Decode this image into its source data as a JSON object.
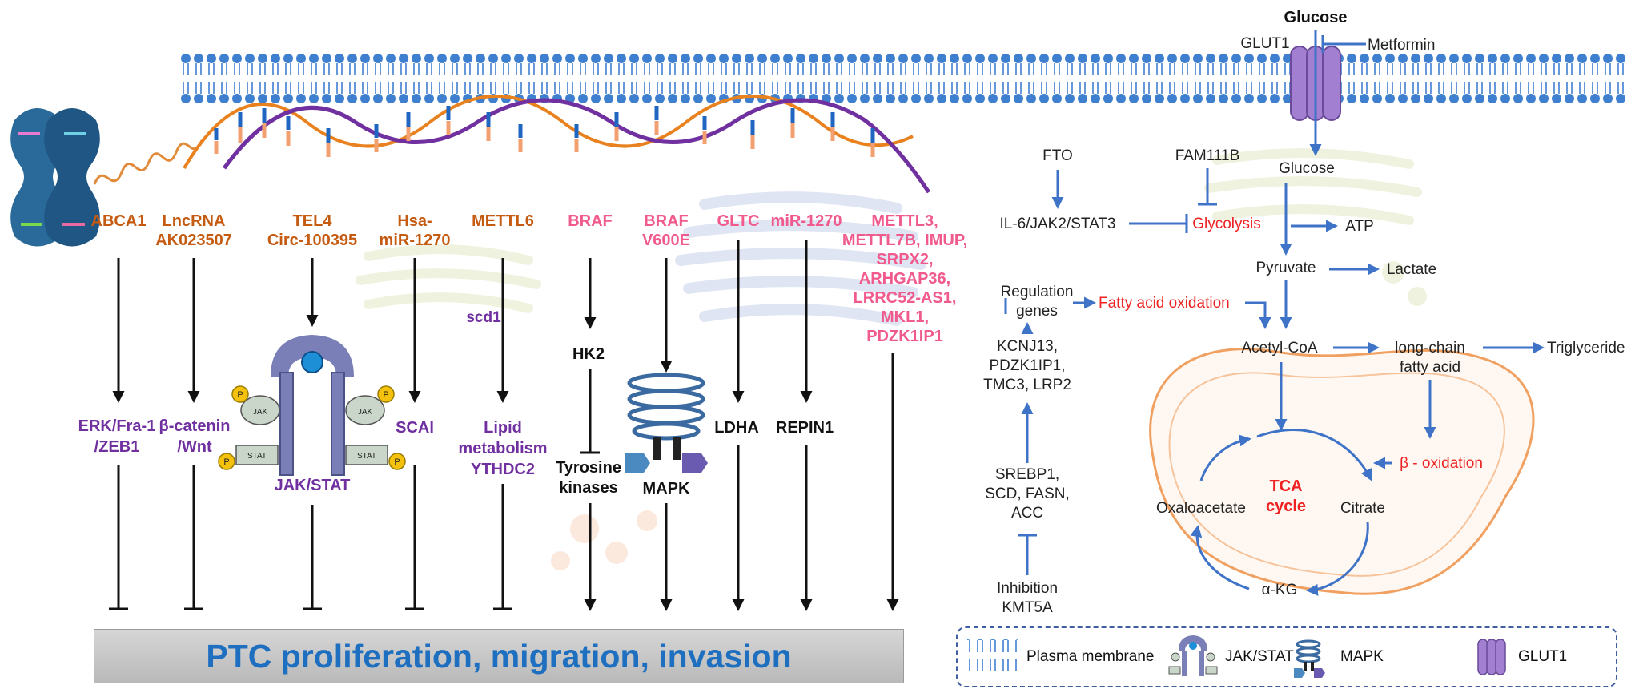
{
  "top": {
    "glucose": "Glucose",
    "glut1": "GLUT1",
    "metformin": "Metformin"
  },
  "genes": {
    "abca1": "ABCA1",
    "lncrna_1": "LncRNA",
    "lncrna_2": "AK023507",
    "tel4_1": "TEL4",
    "tel4_2": "Circ-100395",
    "hsa_1": "Hsa-",
    "hsa_2": "miR-1270",
    "mettl6": "METTL6",
    "braf": "BRAF",
    "brafv_1": "BRAF",
    "brafv_2": "V600E",
    "gltc": "GLTC",
    "mir1270": "miR-1270",
    "mettl_list": [
      "METTL3,",
      "METTL7B, IMUP,",
      "SRPX2,",
      "ARHGAP36,",
      "LRRC52-AS1,",
      "MKL1,",
      "PDZK1IP1"
    ]
  },
  "mid": {
    "scd1": "scd1",
    "hk2": "HK2",
    "erk_1": "ERK/Fra-1",
    "erk_2": "/ZEB1",
    "bcat_1": "β-catenin",
    "bcat_2": "/Wnt",
    "jakstat": "JAK/STAT",
    "jak": "JAK",
    "stat": "STAT",
    "p": "P",
    "scai": "SCAI",
    "lipid_1": "Lipid",
    "lipid_2": "metabolism",
    "lipid_3": "YTHDC2",
    "tyr_1": "Tyrosine",
    "tyr_2": "kinases",
    "mapk": "MAPK",
    "ldha": "LDHA",
    "repin1": "REPIN1"
  },
  "banner": "PTC proliferation, migration, invasion",
  "metabolism": {
    "fto": "FTO",
    "il6": "IL-6/JAK2/STAT3",
    "fam111b": "FAM111B",
    "glucose_in": "Glucose",
    "glycolysis": "Glycolysis",
    "atp": "ATP",
    "pyruvate": "Pyruvate",
    "lactate": "Lactate",
    "regulation_1": "Regulation",
    "regulation_2": "genes",
    "fao": "Fatty acid oxidation",
    "kcnj_1": "KCNJ13,",
    "kcnj_2": "PDZK1IP1,",
    "kcnj_3": "TMC3, LRP2",
    "acetyl": "Acetyl-CoA",
    "lcfa_1": "long-chain",
    "lcfa_2": "fatty acid",
    "triglyceride": "Triglyceride",
    "boxid": "β - oxidation",
    "srebp_1": "SREBP1,",
    "srebp_2": "SCD, FASN,",
    "srebp_3": "ACC",
    "tca_1": "TCA",
    "tca_2": "cycle",
    "oxaloacetate": "Oxaloacetate",
    "citrate": "Citrate",
    "akg": "α-KG",
    "inhib_1": "Inhibition",
    "inhib_2": "KMT5A"
  },
  "legend": {
    "plasma": "Plasma membrane",
    "jakstat": "JAK/STAT",
    "mapk": "MAPK",
    "glut1": "GLUT1"
  },
  "colors": {
    "orange_gene": "#c55a11",
    "pink_gene": "#f05a8c",
    "pathway_purple": "#7030a0",
    "arrow_blue": "#3f73c8",
    "banner_blue": "#1e6fc0",
    "highlight_red": "#ee2222"
  }
}
